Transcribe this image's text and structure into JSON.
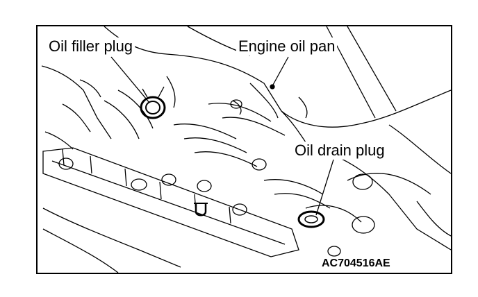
{
  "labels": {
    "oil_filler_plug": "Oil filler plug",
    "engine_oil_pan": "Engine oil pan",
    "oil_drain_plug": "Oil drain plug"
  },
  "figure_code": "AC704516AE",
  "colors": {
    "line": "#000000",
    "background": "#ffffff"
  }
}
